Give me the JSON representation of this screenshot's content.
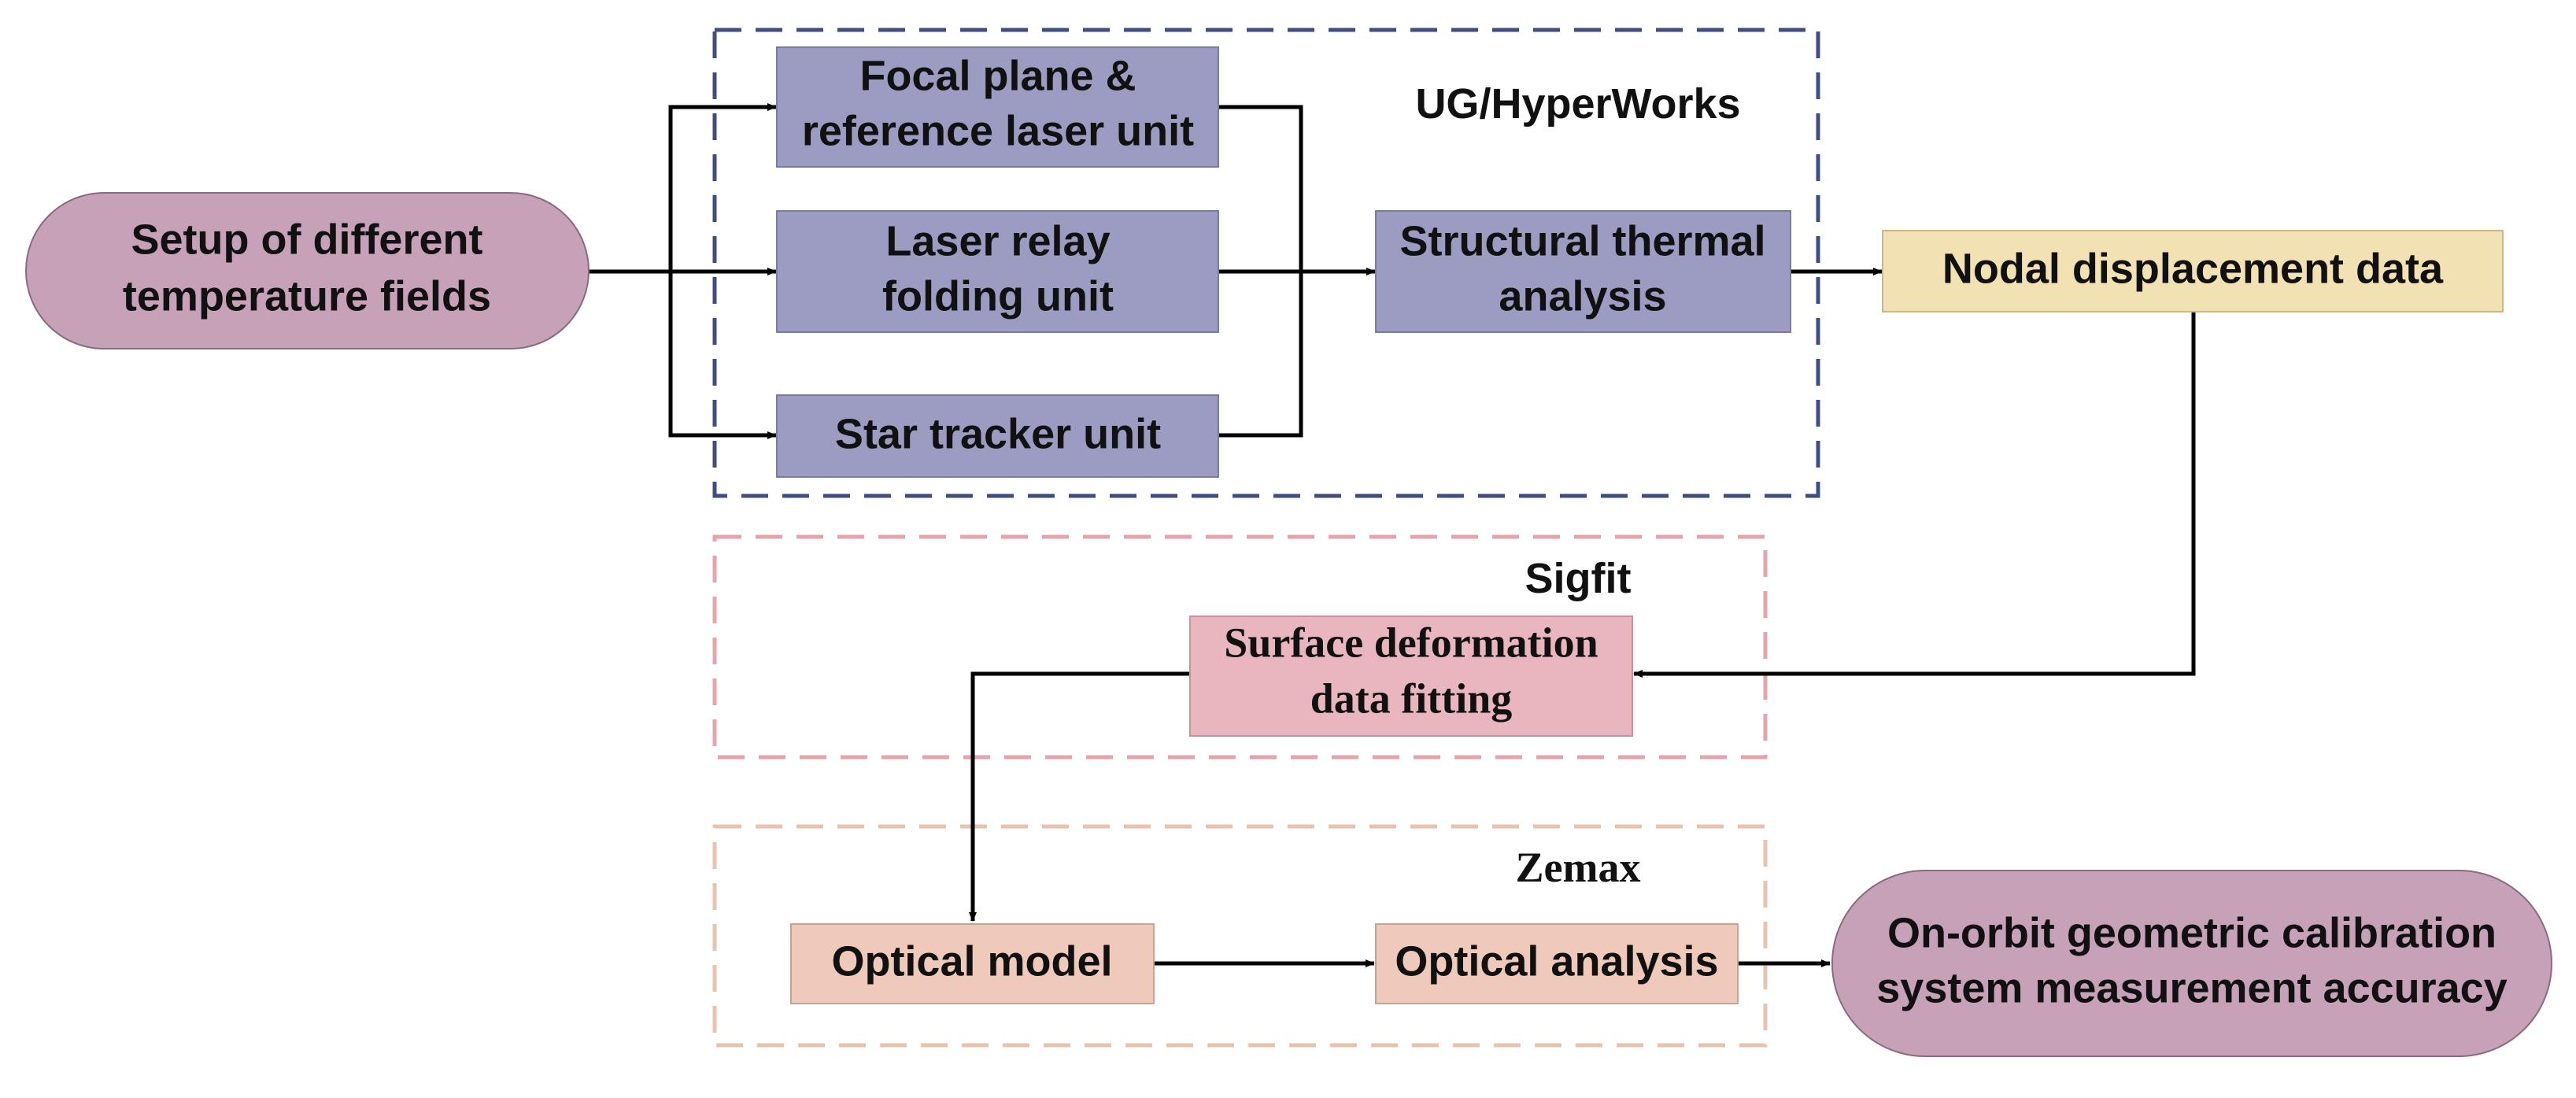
{
  "colors": {
    "ug_fill": "#9c9cc3",
    "ug_border": "#3f4d80",
    "sigfit_fill": "#e9b6bf",
    "sigfit_border": "#e6a3ad",
    "zemax_fill": "#efcabb",
    "zemax_border": "#e7c2ae",
    "terminal_fill": "#c7a1b8",
    "output_fill": "#f2e1b3",
    "arrow": "#000000"
  },
  "nodes": {
    "setup": {
      "lines": [
        "Setup of different",
        "temperature fields"
      ]
    },
    "focal": {
      "lines": [
        "Focal plane &",
        "reference laser unit"
      ]
    },
    "relay": {
      "lines": [
        "Laser relay",
        "folding unit"
      ]
    },
    "star": {
      "lines": [
        "Star tracker unit"
      ]
    },
    "structural": {
      "lines": [
        "Structural thermal",
        "analysis"
      ]
    },
    "nodal": {
      "lines": [
        "Nodal displacement data"
      ]
    },
    "surface": {
      "lines": [
        "Surface deformation",
        "data fitting"
      ]
    },
    "optical_model": {
      "lines": [
        "Optical model"
      ]
    },
    "optical_analysis": {
      "lines": [
        "Optical analysis"
      ]
    },
    "accuracy": {
      "lines": [
        "On-orbit geometric calibration",
        "system measurement accuracy"
      ]
    }
  },
  "groups": {
    "ug": {
      "label": "UG/HyperWorks"
    },
    "sigfit": {
      "label": "Sigfit"
    },
    "zemax": {
      "label": "Zemax"
    }
  }
}
